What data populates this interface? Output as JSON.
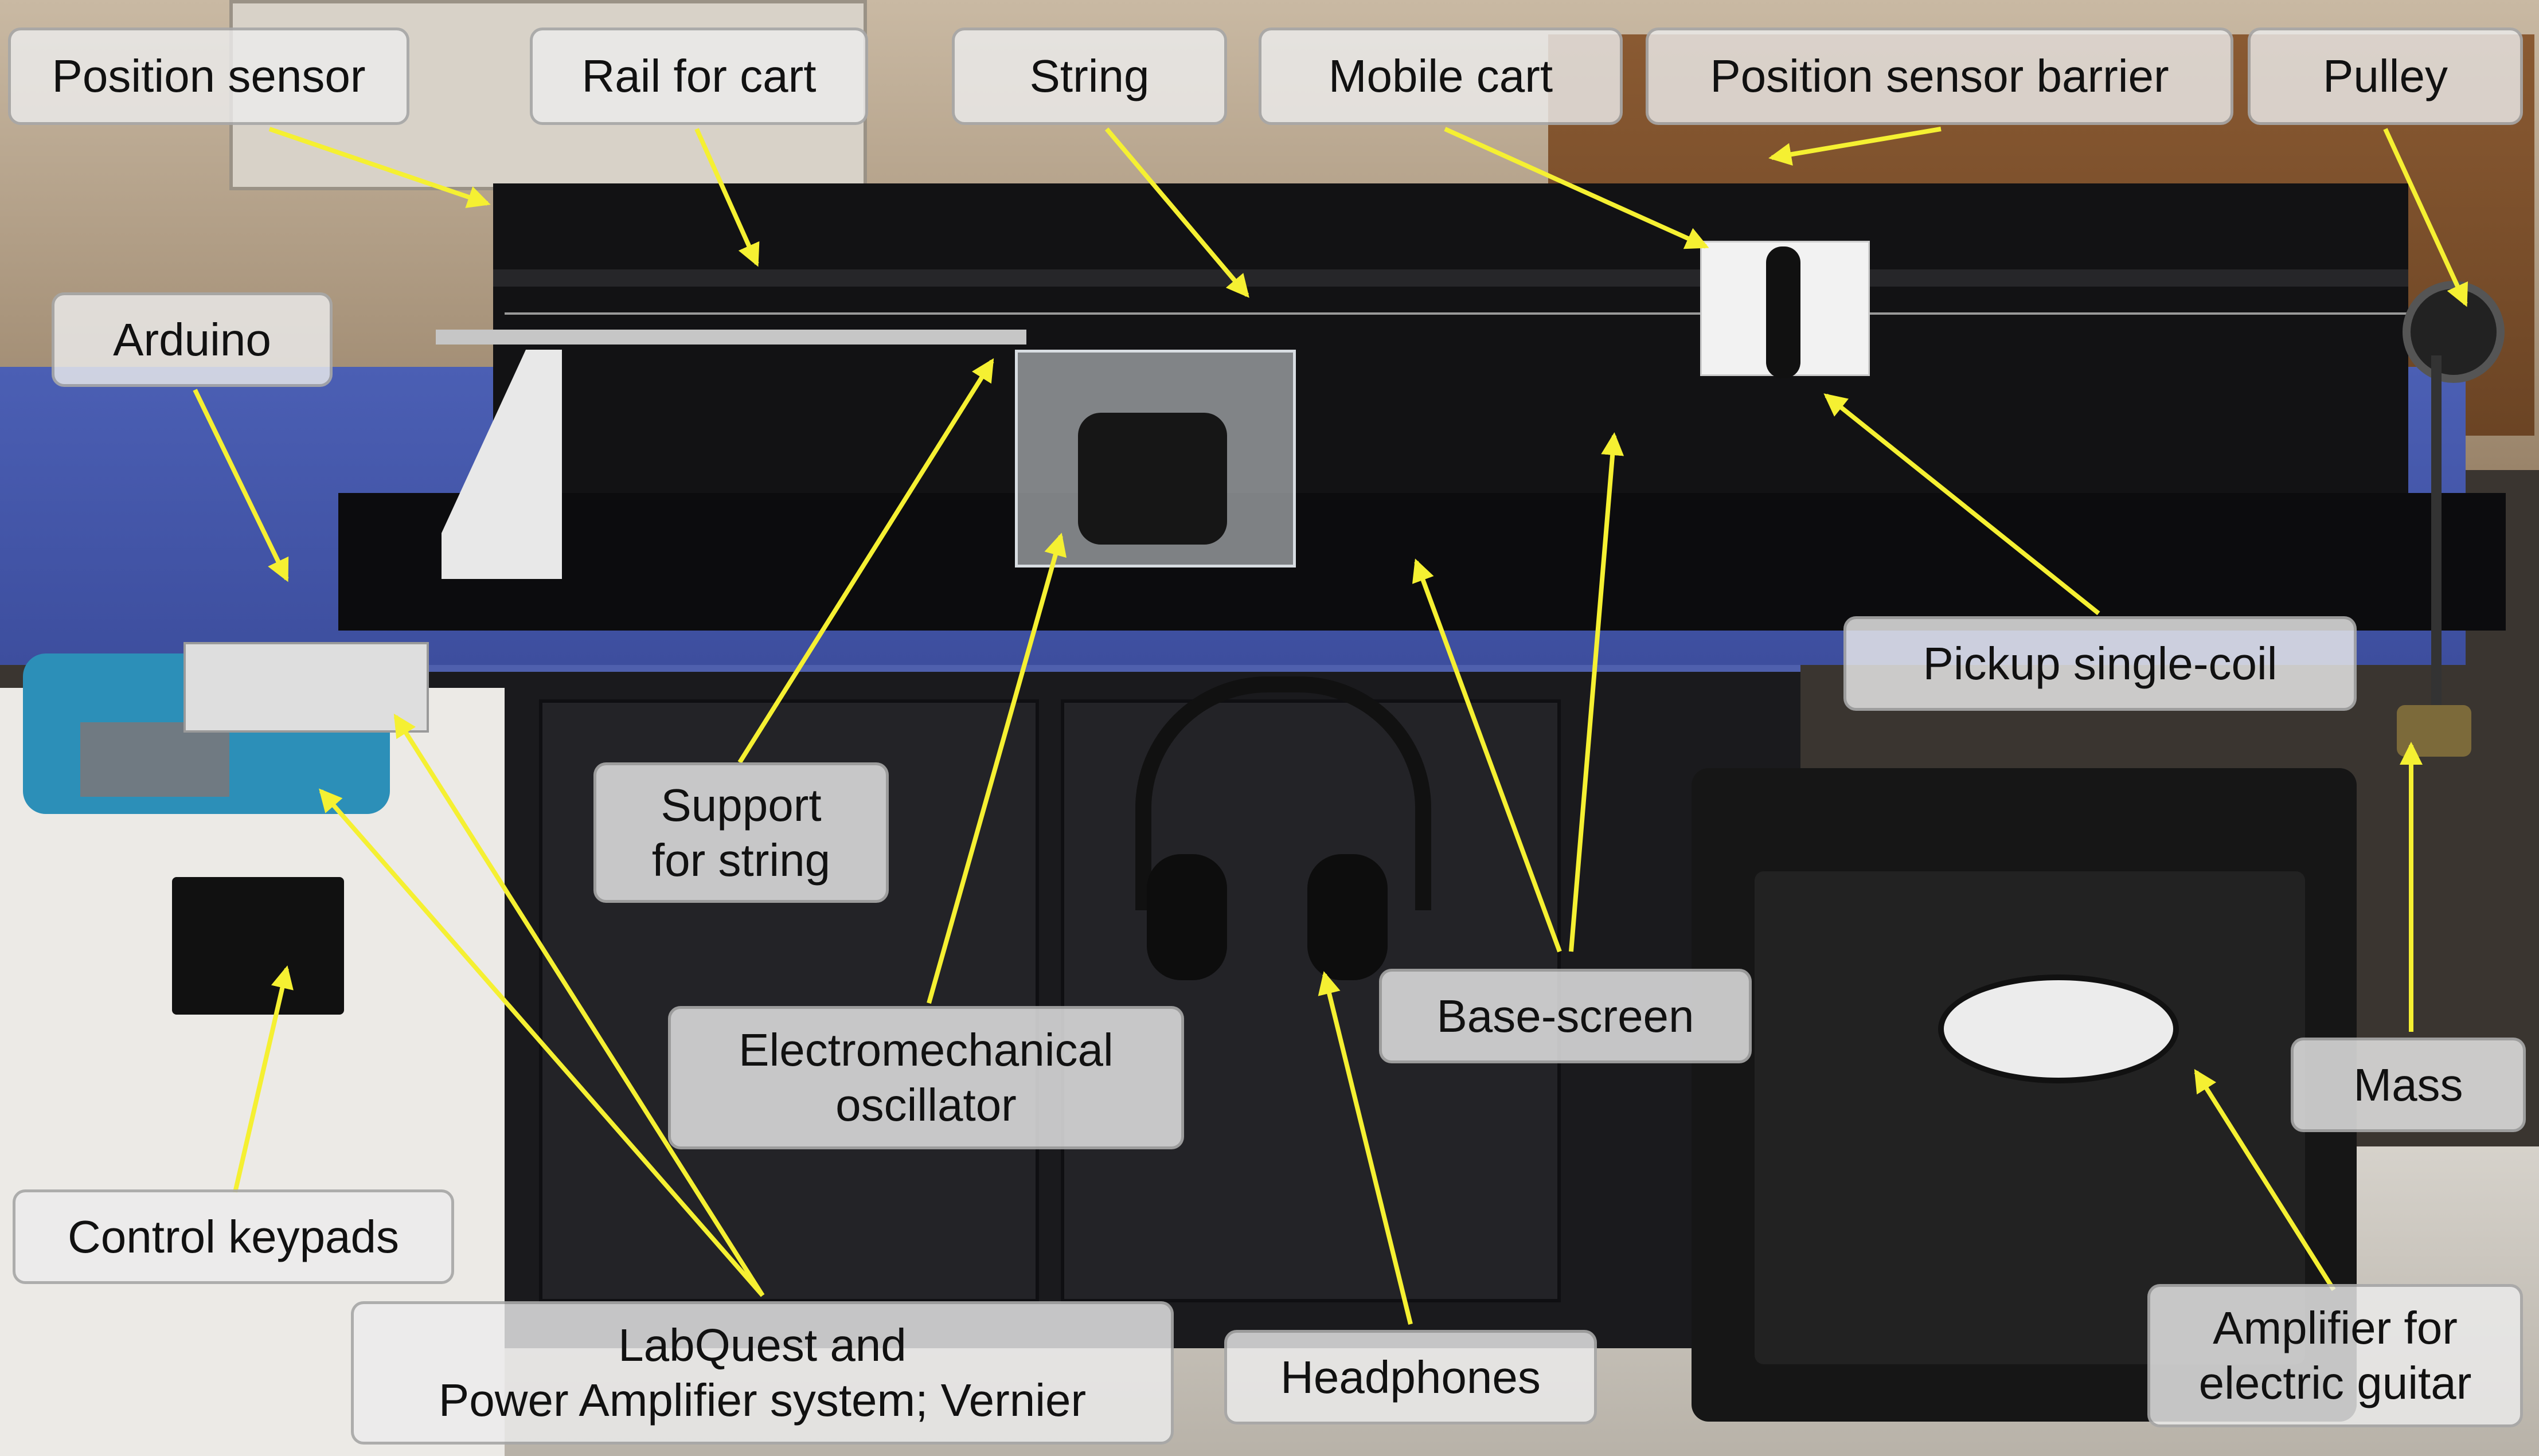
{
  "labels": {
    "position_sensor": "Position sensor",
    "rail_for_cart": "Rail for cart",
    "string": "String",
    "mobile_cart": "Mobile cart",
    "position_sensor_barrier": "Position sensor barrier",
    "pulley": "Pulley",
    "arduino": "Arduino",
    "support_for_string": "Support\nfor string",
    "pickup_single_coil": "Pickup single-coil",
    "electromechanical_oscillator": "Electromechanical\noscillator",
    "base_screen": "Base-screen",
    "mass": "Mass",
    "control_keypads": "Control keypads",
    "labquest": "LabQuest and\nPower Amplifier system; Vernier",
    "headphones": "Headphones",
    "amplifier": "Amplifier for\nelectric guitar"
  },
  "colors": {
    "arrow": "#f5f032",
    "label_bg": "#ebebeb"
  }
}
